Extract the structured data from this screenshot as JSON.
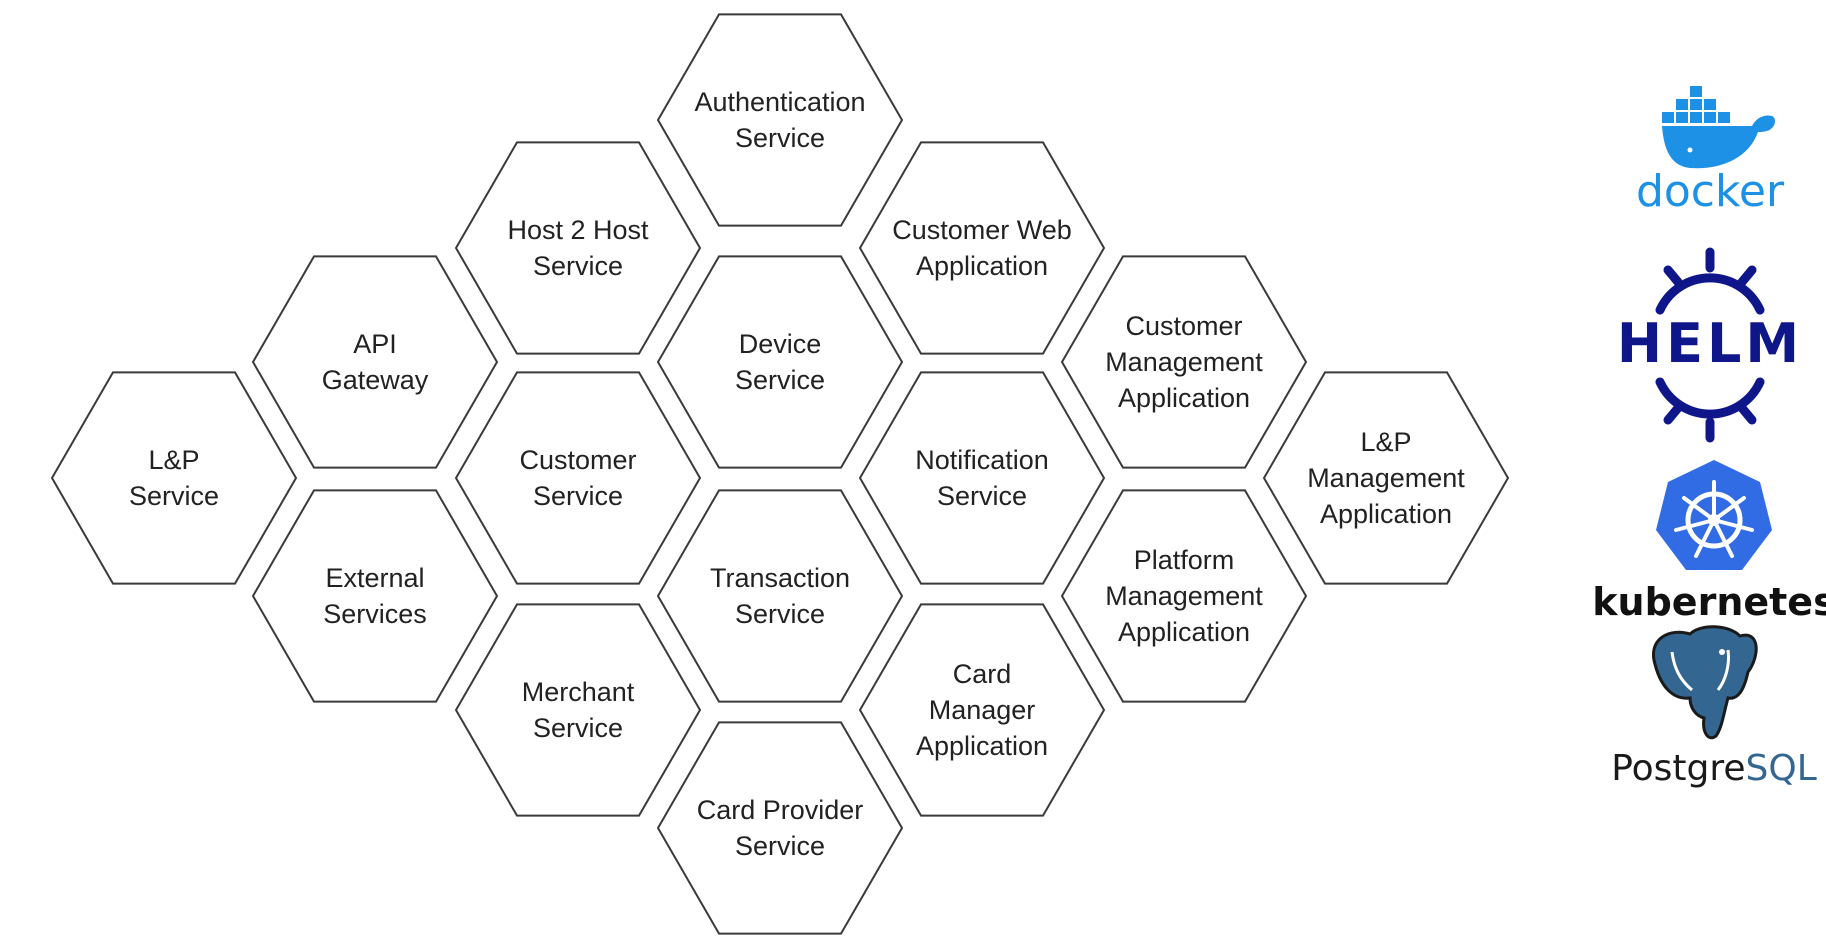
{
  "diagram": {
    "hexagons": [
      {
        "id": "authentication-service",
        "lines": [
          "Authentication",
          "Service"
        ]
      },
      {
        "id": "host-2-host-service",
        "lines": [
          "Host 2 Host",
          "Service"
        ]
      },
      {
        "id": "customer-web-application",
        "lines": [
          "Customer Web",
          "Application"
        ]
      },
      {
        "id": "api-gateway",
        "lines": [
          "API",
          "Gateway"
        ]
      },
      {
        "id": "device-service",
        "lines": [
          "Device",
          "Service"
        ]
      },
      {
        "id": "customer-management-application",
        "lines": [
          "Customer",
          "Management",
          "Application"
        ]
      },
      {
        "id": "lp-service",
        "lines": [
          "L&P",
          "Service"
        ]
      },
      {
        "id": "customer-service",
        "lines": [
          "Customer",
          "Service"
        ]
      },
      {
        "id": "notification-service",
        "lines": [
          "Notification",
          "Service"
        ]
      },
      {
        "id": "lp-management-application",
        "lines": [
          "L&P",
          "Management",
          "Application"
        ]
      },
      {
        "id": "external-services",
        "lines": [
          "External",
          "Services"
        ]
      },
      {
        "id": "transaction-service",
        "lines": [
          "Transaction",
          "Service"
        ]
      },
      {
        "id": "platform-management-application",
        "lines": [
          "Platform",
          "Management",
          "Application"
        ]
      },
      {
        "id": "merchant-service",
        "lines": [
          "Merchant",
          "Service"
        ]
      },
      {
        "id": "card-manager-application",
        "lines": [
          "Card",
          "Manager",
          "Application"
        ]
      },
      {
        "id": "card-provider-service",
        "lines": [
          "Card Provider",
          "Service"
        ]
      }
    ]
  },
  "logos": {
    "docker": {
      "text": "docker",
      "color": "#1d91e6"
    },
    "helm": {
      "text": "HELM",
      "color": "#0f1689"
    },
    "kubernetes": {
      "text": "kubernetes",
      "color": "#326ce5",
      "text_color": "#111111"
    },
    "postgresql": {
      "text_a": "Postgre",
      "text_b": "SQL",
      "color": "#336791"
    }
  }
}
